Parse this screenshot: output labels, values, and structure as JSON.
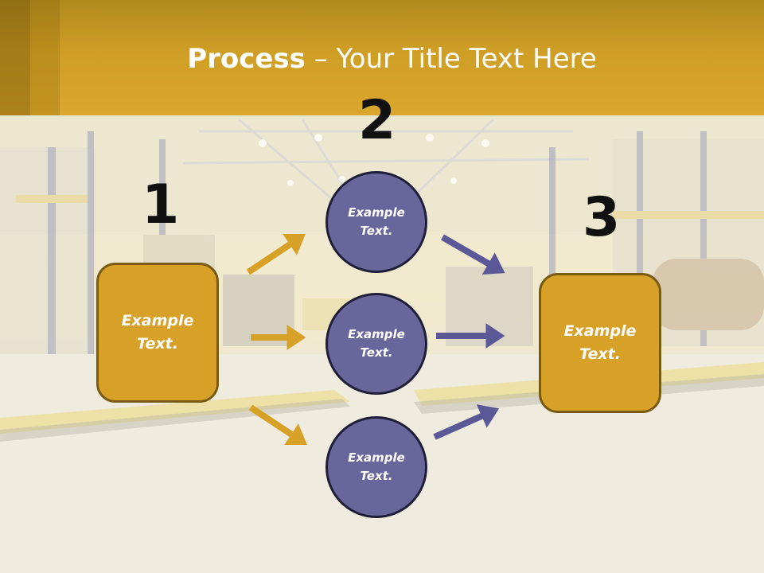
{
  "slide": {
    "title_bold": "Process",
    "title_rest": " – Your Title Text Here",
    "steps": [
      {
        "number": "1",
        "label": "Example\nText."
      },
      {
        "number": "2",
        "label": "Example\nText."
      },
      {
        "number": "3",
        "label": "Example\nText."
      }
    ],
    "circles": [
      {
        "label": "Example\nText."
      },
      {
        "label": "Example\nText."
      },
      {
        "label": "Example\nText."
      }
    ],
    "colors": {
      "header": "#d9a72b",
      "box": "#d6a126",
      "circle": "#69669b",
      "arrow_gold": "#d6a126",
      "arrow_purple": "#5a5896"
    }
  }
}
